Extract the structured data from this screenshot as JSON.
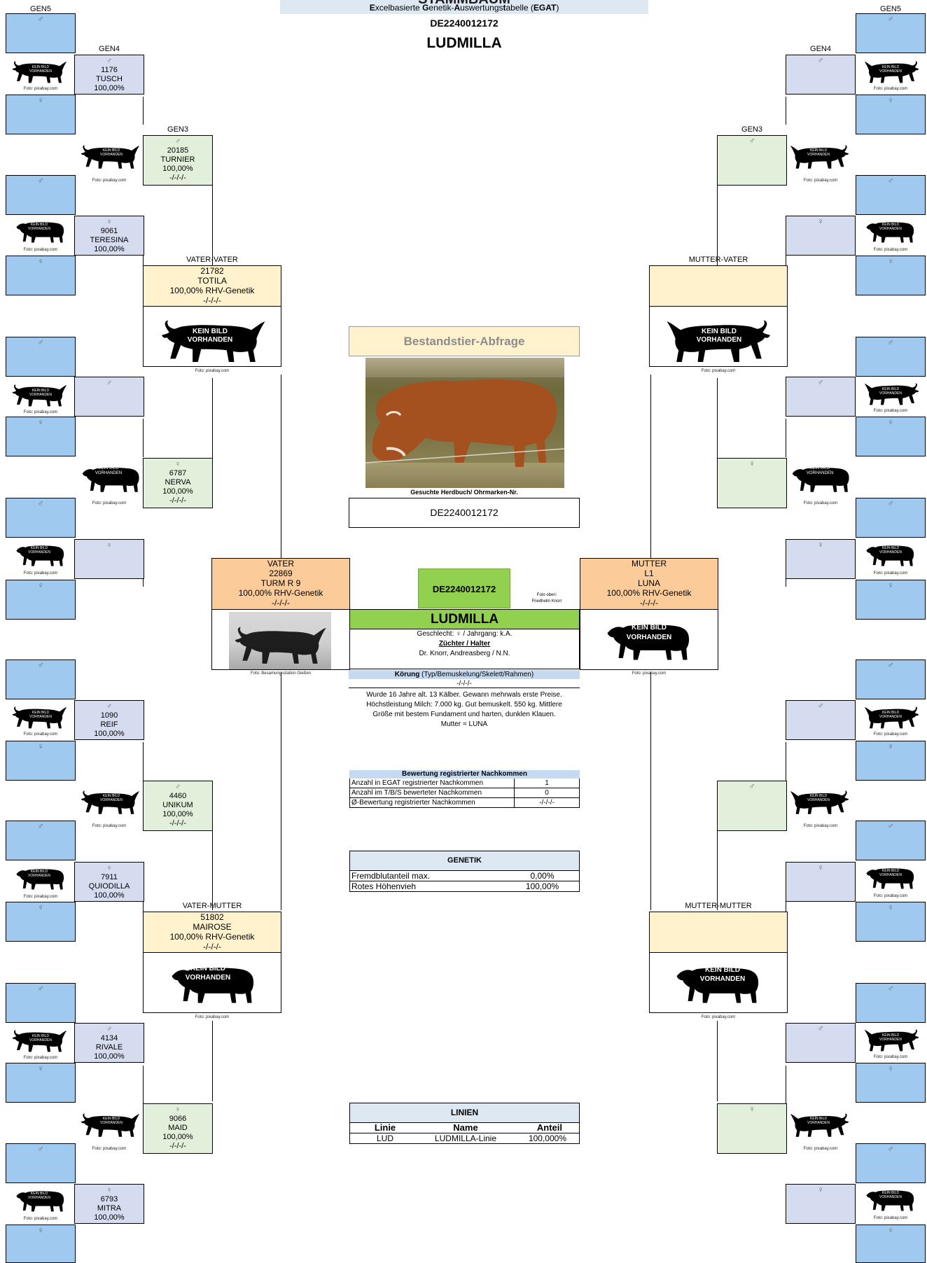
{
  "header": {
    "title_partial": "STAMMBAUM",
    "sub_e": "E",
    "sub_1": "xcelbasierte ",
    "sub_g": "G",
    "sub_2": "enetik-",
    "sub_a": "A",
    "sub_3": "uswertungs",
    "sub_t": "t",
    "sub_4": "abelle (",
    "sub_egat": "EGAT",
    "sub_5": ")",
    "id": "DE2240012172",
    "name": "LUDMILLA"
  },
  "symbols": {
    "male": "♂",
    "female": "♀"
  },
  "placeholder": {
    "line1": "KEIN BILD",
    "line2": "VORHANDEN",
    "credit": "Foto: pixabay.com"
  },
  "gen_labels": {
    "gen5": "GEN5",
    "gen4": "GEN4",
    "gen3": "GEN3"
  },
  "left": {
    "gen4": [
      {
        "sex": "♂",
        "num": "1176",
        "name": "TUSCH",
        "pct": "100,00%"
      },
      {
        "sex": "♀",
        "num": "9061",
        "name": "TERESINA",
        "pct": "100,00%"
      },
      {
        "sex": "♂",
        "num": "",
        "name": "",
        "pct": ""
      },
      {
        "sex": "♀",
        "num": "",
        "name": "",
        "pct": ""
      },
      {
        "sex": "♂",
        "num": "1090",
        "name": "REIF",
        "pct": "100,00%"
      },
      {
        "sex": "♀",
        "num": "7911",
        "name": "QUIODILLA",
        "pct": "100,00%"
      },
      {
        "sex": "♂",
        "num": "4134",
        "name": "RIVALE",
        "pct": "100,00%"
      },
      {
        "sex": "♀",
        "num": "6793",
        "name": "MITRA",
        "pct": "100,00%"
      }
    ],
    "gen3": [
      {
        "sex": "♂",
        "num": "20185",
        "name": "TURNIER",
        "pct": "100,00%",
        "extra": "-/-/-/-"
      },
      {
        "sex": "♀",
        "num": "6787",
        "name": "NERVA",
        "pct": "100,00%",
        "extra": "-/-/-/-"
      },
      {
        "sex": "♂",
        "num": "4460",
        "name": "UNIKUM",
        "pct": "100,00%",
        "extra": "-/-/-/-"
      },
      {
        "sex": "♀",
        "num": "9066",
        "name": "MAID",
        "pct": "100,00%",
        "extra": "-/-/-/-"
      }
    ]
  },
  "right": {
    "gen4": [
      {
        "sex": "♂"
      },
      {
        "sex": "♀"
      },
      {
        "sex": "♂"
      },
      {
        "sex": "♀"
      },
      {
        "sex": "♂"
      },
      {
        "sex": "♀"
      },
      {
        "sex": "♂"
      },
      {
        "sex": "♀"
      }
    ],
    "gen3": [
      {
        "sex": "♂"
      },
      {
        "sex": "♀"
      },
      {
        "sex": "♂"
      },
      {
        "sex": "♀"
      }
    ]
  },
  "vater_vater": {
    "label": "VATER-VATER",
    "num": "21782",
    "name": "TOTILA",
    "pct": "100,00%  RHV-Genetik",
    "extra": "-/-/-/-"
  },
  "vater_mutter": {
    "label": "VATER-MUTTER",
    "num": "51802",
    "name": "MAIROSE",
    "pct": "100,00%  RHV-Genetik",
    "extra": "-/-/-/-"
  },
  "mutter_vater": {
    "label": "MUTTER-VATER"
  },
  "mutter_mutter": {
    "label": "MUTTER-MUTTER"
  },
  "vater": {
    "label": "VATER",
    "num": "22869",
    "name": "TURM R 9",
    "pct": "100,00%  RHV-Genetik",
    "extra": "-/-/-/-",
    "credit": "Foto: Besamungsstation Gießen"
  },
  "mutter": {
    "label": "MUTTER",
    "num": "L1",
    "name": "LUNA",
    "pct": "100,00%  RHV-Genetik",
    "extra": "-/-/-/-"
  },
  "center": {
    "query_button": "Bestandstier-Abfrage",
    "search_label": "Gesuchte Herdbuch/ Ohrmarken-Nr.",
    "search_value": "DE2240012172",
    "green_id": "DE2240012172",
    "photo_credit_1": "Foto oben:",
    "photo_credit_2": "Friedhelm Knorr",
    "name": "LUDMILLA",
    "sex_line": "Geschlecht: ♀ / Jahrgang: k.A.",
    "breeder_label": "Züchter / Halter",
    "breeder": "Dr. Knorr, Andreasberg / N.N.",
    "koerung_bold": "Körung",
    "koerung_rest": " (Typ/Bemuskelung/Skelett/Rahmen)",
    "koerung_value": "-/-/-/-",
    "description": [
      "Wurde 16 Jahre alt. 13 Kälber. Gewann mehrwals erste Preise.",
      "Höchstleistung Milch: 7.000 kg. Gut bemuskelt. 550 kg. Mittlere",
      "Größe mit bestem Fundament und harten, dunklen Klauen.",
      "Mutter = LUNA"
    ]
  },
  "offspring": {
    "title": "Bewertung registrierter Nachkommen",
    "rows": [
      {
        "label": "Anzahl in EGAT registrierter Nachkommen",
        "value": "1"
      },
      {
        "label": "Anzahl im T/B/S bewerteter Nachkommen",
        "value": "0"
      },
      {
        "label": "Ø-Bewertung registrierter Nachkommen",
        "value": "-/-/-/-"
      }
    ]
  },
  "genetik": {
    "title": "GENETIK",
    "rows": [
      {
        "label": "Fremdblutanteil max.",
        "value": "0,00%"
      },
      {
        "label": "Rotes Höhenvieh",
        "value": "100,00%"
      }
    ]
  },
  "linien": {
    "title": "LINIEN",
    "headers": [
      "Linie",
      "Name",
      "Anteil"
    ],
    "rows": [
      {
        "linie": "LUD",
        "name": "LUDMILLA-Linie",
        "anteil": "100,000%"
      }
    ]
  }
}
